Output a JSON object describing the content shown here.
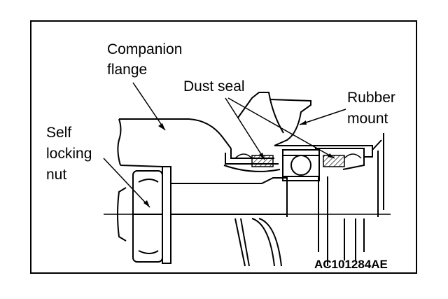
{
  "labels": {
    "companion_flange": [
      "Companion",
      "flange"
    ],
    "dust_seal": "Dust seal",
    "rubber_mount": [
      "Rubber",
      "mount"
    ],
    "self_locking_nut": [
      "Self",
      "locking",
      "nut"
    ]
  },
  "figure_code": "AC101284AE",
  "colors": {
    "line": "#000000",
    "background": "#ffffff",
    "hatch": "#000000"
  }
}
